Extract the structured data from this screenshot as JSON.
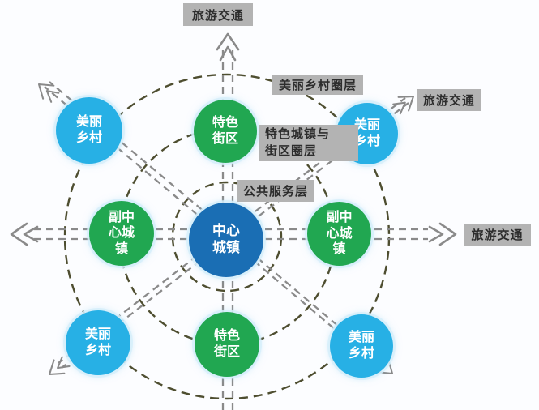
{
  "colors": {
    "bg": "#fcfdff",
    "center_node": "#1a6eb4",
    "sub_node": "#21a751",
    "village_node": "#27b0e5",
    "ring": "#4e4e30",
    "corridor": "#8a8a8a",
    "label_bg": "#b3b3b3",
    "label_text": "#2d2d2d",
    "node_text": "#ffffff"
  },
  "nodes": [
    {
      "id": "center-town",
      "label": "中心城镇"
    },
    {
      "id": "sub-center-town-left",
      "label": "副中心城镇"
    },
    {
      "id": "sub-center-town-right",
      "label": "副中心城镇"
    },
    {
      "id": "feature-block-top",
      "label": "特色街区"
    },
    {
      "id": "feature-block-bottom",
      "label": "特色街区"
    },
    {
      "id": "beautiful-village-top-left",
      "label": "美丽乡村"
    },
    {
      "id": "beautiful-village-top-right",
      "label": "美丽乡村"
    },
    {
      "id": "beautiful-village-bottom-left",
      "label": "美丽乡村"
    },
    {
      "id": "beautiful-village-bottom-right",
      "label": "美丽乡村"
    }
  ],
  "ring_labels": {
    "inner": "公共服务层",
    "middle_full": "特色城镇与街区圈层",
    "middle_line1": "特色城镇与",
    "middle_line2": "街区圈层",
    "outer": "美丽乡村圈层"
  },
  "traffic_labels": {
    "top": "旅游交通",
    "top_right": "旅游交通",
    "right": "旅游交通"
  }
}
